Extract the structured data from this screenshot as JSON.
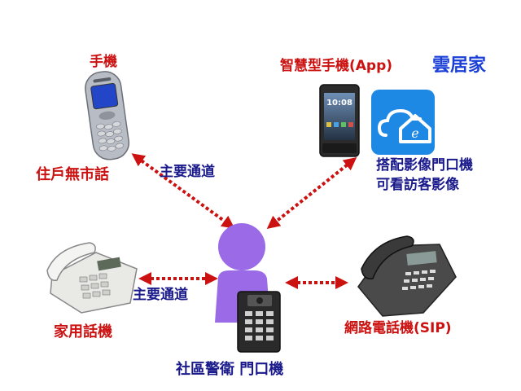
{
  "labels": {
    "mobile_phone": "手機",
    "resident_landline": "住戶無市話",
    "main_channel_top": "主要通道",
    "main_channel_left": "主要通道",
    "home_phone": "家用話機",
    "smartphone_app": "智慧型手機(App)",
    "app_brand": "雲居家",
    "video_line1": "搭配影像門口機",
    "video_line2": "可看訪客影像",
    "sip_phone": "網路電話機(SIP)",
    "guard_doorphone": "社區警衛 門口機"
  },
  "phone_screen": {
    "time": "10:08"
  },
  "colors": {
    "arrow": "#cc1111",
    "label_red": "#cc1111",
    "label_navy": "#1a1a8c",
    "label_blue": "#1a3fd6",
    "person": "#9b6ae6",
    "app_tile": "#1e88e5"
  }
}
